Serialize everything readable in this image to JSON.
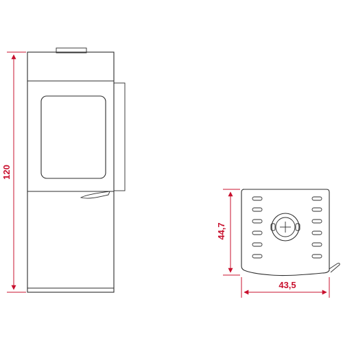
{
  "dimensions": {
    "height": "120",
    "depth": "44,7",
    "width": "43,5"
  },
  "colors": {
    "outline": "#2b2b2b",
    "dimension": "#c8102e",
    "background": "#ffffff"
  }
}
